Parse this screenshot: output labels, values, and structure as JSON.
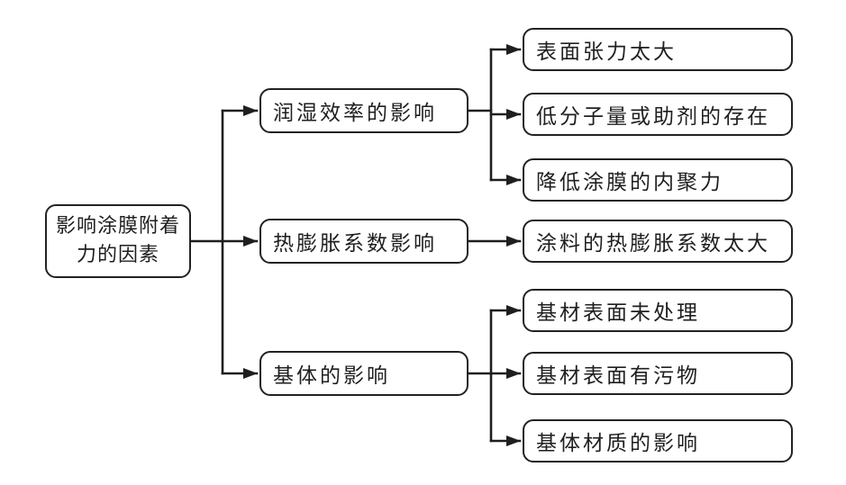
{
  "diagram": {
    "type": "tree-flowchart",
    "direction": "left-to-right",
    "root": {
      "label": "影响涂膜附着力的因素",
      "label_lines": [
        "影响涂膜附着",
        "力的因素"
      ]
    },
    "branches": [
      {
        "label": "润湿效率的影响",
        "children": [
          "表面张力太大",
          "低分子量或助剂的存在",
          "降低涂膜的内聚力"
        ]
      },
      {
        "label": "热膨胀系数影响",
        "children": [
          "涂料的热膨胀系数太大"
        ]
      },
      {
        "label": "基体的影响",
        "children": [
          "基材表面未处理",
          "基材表面有污物",
          "基体材质的影响"
        ]
      }
    ],
    "colors": {
      "background": "#ffffff",
      "node_fill": "#ffffff",
      "node_border": "#222222",
      "line": "#1f1f1f",
      "text": "#1f1f1f"
    }
  }
}
